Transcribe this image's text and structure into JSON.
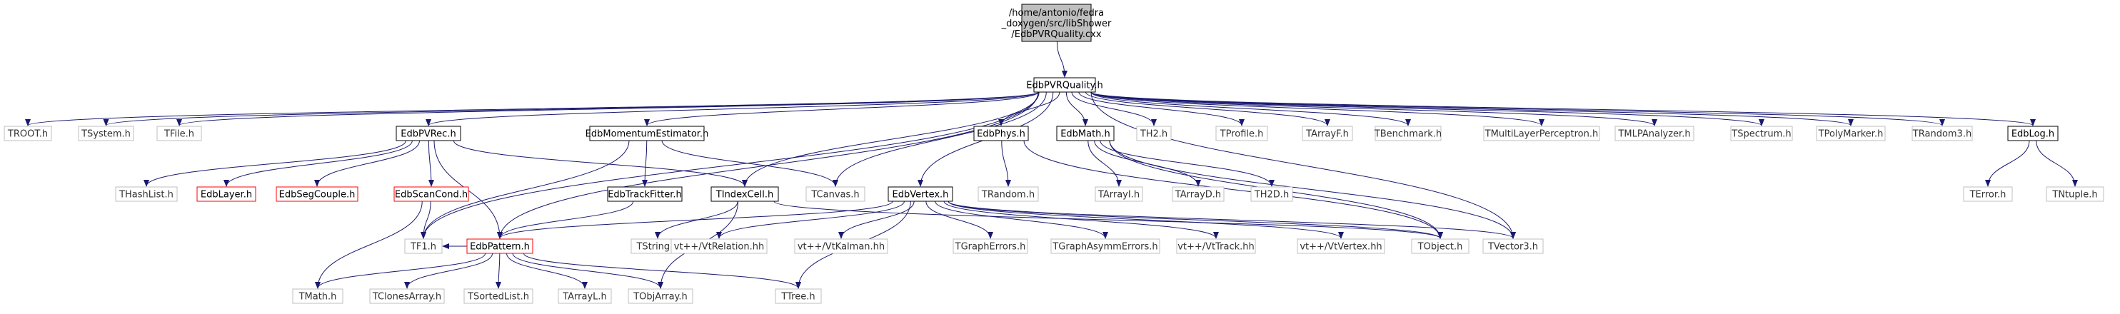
{
  "root": {
    "label_lines": [
      "/home/antonio/fedra",
      "_doxygen/src/libShower",
      "/EdbPVRQuality.cxx"
    ],
    "fill": "#bfbfbf"
  },
  "colors": {
    "edge": "#191970",
    "documented_border": "#000000",
    "undocumented_border": "#bfbfbf",
    "missing_border": "#ff0000",
    "text": "#000000",
    "muted_text": "#333333"
  },
  "nodes": [
    {
      "id": "EdbPVRQuality_h",
      "label": "EdbPVRQuality.h",
      "kind": "documented"
    },
    {
      "id": "TROOT_h",
      "label": "TROOT.h",
      "kind": "undocumented"
    },
    {
      "id": "TSystem_h",
      "label": "TSystem.h",
      "kind": "undocumented"
    },
    {
      "id": "TFile_h",
      "label": "TFile.h",
      "kind": "undocumented"
    },
    {
      "id": "EdbPVRec_h",
      "label": "EdbPVRec.h",
      "kind": "documented"
    },
    {
      "id": "EdbMomentumEstimator_h",
      "label": "EdbMomentumEstimator.h",
      "kind": "documented"
    },
    {
      "id": "EdbPhys_h",
      "label": "EdbPhys.h",
      "kind": "documented"
    },
    {
      "id": "EdbMath_h",
      "label": "EdbMath.h",
      "kind": "documented"
    },
    {
      "id": "TH2_h",
      "label": "TH2.h",
      "kind": "undocumented"
    },
    {
      "id": "TProfile_h",
      "label": "TProfile.h",
      "kind": "undocumented"
    },
    {
      "id": "TArrayF_h",
      "label": "TArrayF.h",
      "kind": "undocumented"
    },
    {
      "id": "TBenchmark_h",
      "label": "TBenchmark.h",
      "kind": "undocumented"
    },
    {
      "id": "TMultiLayerPerceptron_h",
      "label": "TMultiLayerPerceptron.h",
      "kind": "undocumented"
    },
    {
      "id": "TMLPAnalyzer_h",
      "label": "TMLPAnalyzer.h",
      "kind": "undocumented"
    },
    {
      "id": "TSpectrum_h",
      "label": "TSpectrum.h",
      "kind": "undocumented"
    },
    {
      "id": "TPolyMarker_h",
      "label": "TPolyMarker.h",
      "kind": "undocumented"
    },
    {
      "id": "TRandom3_h",
      "label": "TRandom3.h",
      "kind": "undocumented"
    },
    {
      "id": "EdbLog_h",
      "label": "EdbLog.h",
      "kind": "documented"
    },
    {
      "id": "THashList_h",
      "label": "THashList.h",
      "kind": "undocumented"
    },
    {
      "id": "EdbLayer_h",
      "label": "EdbLayer.h",
      "kind": "missing"
    },
    {
      "id": "EdbSegCouple_h",
      "label": "EdbSegCouple.h",
      "kind": "missing"
    },
    {
      "id": "EdbScanCond_h",
      "label": "EdbScanCond.h",
      "kind": "missing"
    },
    {
      "id": "EdbTrackFitter_h",
      "label": "EdbTrackFitter.h",
      "kind": "documented"
    },
    {
      "id": "TIndexCell_h",
      "label": "TIndexCell.h",
      "kind": "documented"
    },
    {
      "id": "TCanvas_h",
      "label": "TCanvas.h",
      "kind": "undocumented"
    },
    {
      "id": "EdbVertex_h",
      "label": "EdbVertex.h",
      "kind": "documented"
    },
    {
      "id": "TRandom_h",
      "label": "TRandom.h",
      "kind": "undocumented"
    },
    {
      "id": "TArrayI_h",
      "label": "TArrayI.h",
      "kind": "undocumented"
    },
    {
      "id": "TArrayD_h",
      "label": "TArrayD.h",
      "kind": "undocumented"
    },
    {
      "id": "TH2D_h",
      "label": "TH2D.h",
      "kind": "undocumented"
    },
    {
      "id": "TError_h",
      "label": "TError.h",
      "kind": "undocumented"
    },
    {
      "id": "TNtuple_h",
      "label": "TNtuple.h",
      "kind": "undocumented"
    },
    {
      "id": "TF1_h",
      "label": "TF1.h",
      "kind": "undocumented"
    },
    {
      "id": "EdbPattern_h",
      "label": "EdbPattern.h",
      "kind": "missing"
    },
    {
      "id": "TString_h",
      "label": "TString.h",
      "kind": "undocumented"
    },
    {
      "id": "vt_VtRelation_hh",
      "label": "vt++/VtRelation.hh",
      "kind": "undocumented"
    },
    {
      "id": "vt_VtKalman_hh",
      "label": "vt++/VtKalman.hh",
      "kind": "undocumented"
    },
    {
      "id": "TGraphErrors_h",
      "label": "TGraphErrors.h",
      "kind": "undocumented"
    },
    {
      "id": "TGraphAsymmErrors_h",
      "label": "TGraphAsymmErrors.h",
      "kind": "undocumented"
    },
    {
      "id": "vt_VtTrack_hh",
      "label": "vt++/VtTrack.hh",
      "kind": "undocumented"
    },
    {
      "id": "vt_VtVertex_hh",
      "label": "vt++/VtVertex.hh",
      "kind": "undocumented"
    },
    {
      "id": "TObject_h",
      "label": "TObject.h",
      "kind": "undocumented"
    },
    {
      "id": "TVector3_h",
      "label": "TVector3.h",
      "kind": "undocumented"
    },
    {
      "id": "TMath_h",
      "label": "TMath.h",
      "kind": "undocumented"
    },
    {
      "id": "TClonesArray_h",
      "label": "TClonesArray.h",
      "kind": "undocumented"
    },
    {
      "id": "TSortedList_h",
      "label": "TSortedList.h",
      "kind": "undocumented"
    },
    {
      "id": "TArrayL_h",
      "label": "TArrayL.h",
      "kind": "undocumented"
    },
    {
      "id": "TObjArray_h",
      "label": "TObjArray.h",
      "kind": "undocumented"
    },
    {
      "id": "TTree_h",
      "label": "TTree.h",
      "kind": "undocumented"
    }
  ],
  "edges": [
    [
      "root",
      "EdbPVRQuality_h"
    ],
    [
      "EdbPVRQuality_h",
      "TROOT_h"
    ],
    [
      "EdbPVRQuality_h",
      "TSystem_h"
    ],
    [
      "EdbPVRQuality_h",
      "TFile_h"
    ],
    [
      "EdbPVRQuality_h",
      "EdbPVRec_h"
    ],
    [
      "EdbPVRQuality_h",
      "EdbMomentumEstimator_h"
    ],
    [
      "EdbPVRQuality_h",
      "EdbPhys_h"
    ],
    [
      "EdbPVRQuality_h",
      "EdbMath_h"
    ],
    [
      "EdbPVRQuality_h",
      "TH2_h"
    ],
    [
      "EdbPVRQuality_h",
      "TProfile_h"
    ],
    [
      "EdbPVRQuality_h",
      "TArrayF_h"
    ],
    [
      "EdbPVRQuality_h",
      "TBenchmark_h"
    ],
    [
      "EdbPVRQuality_h",
      "TMultiLayerPerceptron_h"
    ],
    [
      "EdbPVRQuality_h",
      "TMLPAnalyzer_h"
    ],
    [
      "EdbPVRQuality_h",
      "TSpectrum_h"
    ],
    [
      "EdbPVRQuality_h",
      "TPolyMarker_h"
    ],
    [
      "EdbPVRQuality_h",
      "TRandom3_h"
    ],
    [
      "EdbPVRQuality_h",
      "EdbLog_h"
    ],
    [
      "EdbPVRQuality_h",
      "TF1_h"
    ],
    [
      "EdbPVRQuality_h",
      "TIndexCell_h"
    ],
    [
      "EdbPVRQuality_h",
      "TCanvas_h"
    ],
    [
      "EdbPVRQuality_h",
      "EdbVertex_h"
    ],
    [
      "EdbPVRQuality_h",
      "EdbPattern_h"
    ],
    [
      "EdbPVRQuality_h",
      "TVector3_h"
    ],
    [
      "EdbPVRec_h",
      "THashList_h"
    ],
    [
      "EdbPVRec_h",
      "EdbLayer_h"
    ],
    [
      "EdbPVRec_h",
      "EdbSegCouple_h"
    ],
    [
      "EdbPVRec_h",
      "EdbScanCond_h"
    ],
    [
      "EdbPVRec_h",
      "TIndexCell_h"
    ],
    [
      "EdbPVRec_h",
      "EdbPattern_h"
    ],
    [
      "EdbMomentumEstimator_h",
      "EdbTrackFitter_h"
    ],
    [
      "EdbMomentumEstimator_h",
      "TCanvas_h"
    ],
    [
      "EdbMomentumEstimator_h",
      "TF1_h"
    ],
    [
      "EdbPhys_h",
      "TRandom_h"
    ],
    [
      "EdbPhys_h",
      "TObject_h"
    ],
    [
      "EdbMath_h",
      "TArrayI_h"
    ],
    [
      "EdbMath_h",
      "TArrayD_h"
    ],
    [
      "EdbMath_h",
      "TH2D_h"
    ],
    [
      "EdbMath_h",
      "TObject_h"
    ],
    [
      "EdbMath_h",
      "TVector3_h"
    ],
    [
      "EdbLog_h",
      "TError_h"
    ],
    [
      "EdbLog_h",
      "TNtuple_h"
    ],
    [
      "EdbScanCond_h",
      "TF1_h"
    ],
    [
      "EdbScanCond_h",
      "TMath_h"
    ],
    [
      "EdbTrackFitter_h",
      "EdbPattern_h"
    ],
    [
      "TIndexCell_h",
      "TString_h"
    ],
    [
      "TIndexCell_h",
      "TObject_h"
    ],
    [
      "TIndexCell_h",
      "TObjArray_h"
    ],
    [
      "EdbVertex_h",
      "vt_VtRelation_hh"
    ],
    [
      "EdbVertex_h",
      "vt_VtKalman_hh"
    ],
    [
      "EdbVertex_h",
      "TGraphErrors_h"
    ],
    [
      "EdbVertex_h",
      "TGraphAsymmErrors_h"
    ],
    [
      "EdbVertex_h",
      "vt_VtTrack_hh"
    ],
    [
      "EdbVertex_h",
      "vt_VtVertex_hh"
    ],
    [
      "EdbVertex_h",
      "TObject_h"
    ],
    [
      "EdbVertex_h",
      "TVector3_h"
    ],
    [
      "EdbVertex_h",
      "TTree_h"
    ],
    [
      "EdbVertex_h",
      "EdbPattern_h"
    ],
    [
      "EdbPattern_h",
      "TF1_h"
    ],
    [
      "EdbPattern_h",
      "TMath_h"
    ],
    [
      "EdbPattern_h",
      "TClonesArray_h"
    ],
    [
      "EdbPattern_h",
      "TSortedList_h"
    ],
    [
      "EdbPattern_h",
      "TArrayL_h"
    ],
    [
      "EdbPattern_h",
      "TObjArray_h"
    ],
    [
      "EdbPattern_h",
      "TTree_h"
    ]
  ]
}
